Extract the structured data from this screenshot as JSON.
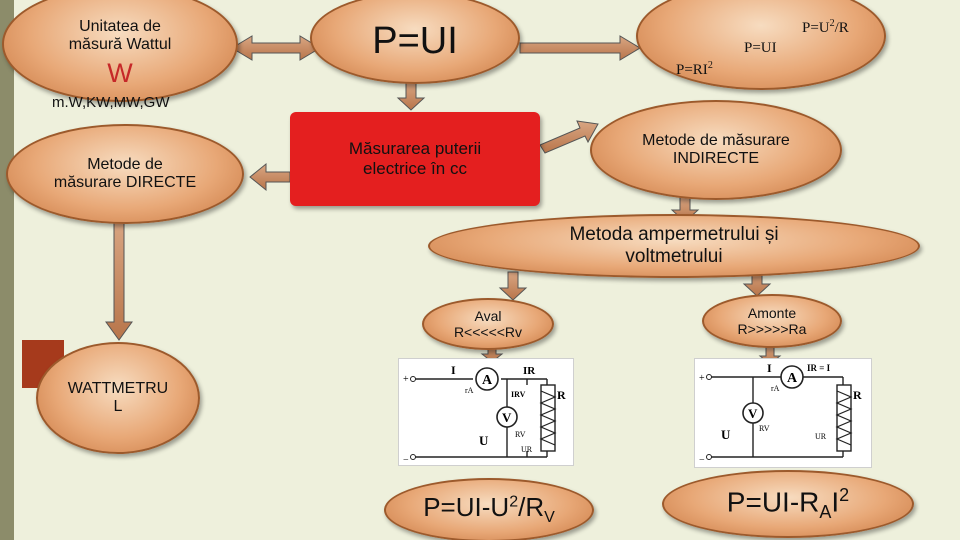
{
  "unit_box": {
    "line1": "Unitatea de",
    "line2": "măsură Wattul",
    "symbol": "W",
    "multiples": "m.W,KW,MW,GW"
  },
  "main_formula": "P=UI",
  "formulas": {
    "f1": "P=U",
    "f1_sup": "2",
    "f1_rest": "/R",
    "f2": "P=UI",
    "f3": "P=RI",
    "f3_sup": "2"
  },
  "direct_methods": {
    "line1": "Metode de",
    "line2": "măsurare DIRECTE"
  },
  "measurement": {
    "line1": "Măsurarea puterii",
    "line2": "electrice în cc"
  },
  "indirect_methods": {
    "line1": "Metode de măsurare",
    "line2": "INDIRECTE"
  },
  "ammeter_method": {
    "line1": "Metoda ampermetrului și",
    "line2": "voltmetrului"
  },
  "aval": {
    "line1": "Aval",
    "line2": "R<<<<<Rv"
  },
  "amonte": {
    "line1": "Amonte",
    "line2": "R>>>>>Ra"
  },
  "wattmeter": {
    "line1": "WATTMETRU",
    "line2": "L"
  },
  "aval_result": {
    "base": "P=UI-U",
    "sup": "2",
    "mid": "/R",
    "sub": "V"
  },
  "amonte_result": {
    "base": "P=UI-R",
    "sub": "A",
    "mid": "I",
    "sup": "2"
  },
  "circuit_aval": {
    "I": "I",
    "A": "A",
    "rA": "rA",
    "IR": "IR",
    "IRV": "IRV",
    "V": "V",
    "RV": "RV",
    "R": "R",
    "U": "U",
    "UR": "UR",
    "plus": "+",
    "minus": "−"
  },
  "circuit_amonte": {
    "I": "I",
    "A": "A",
    "rA": "rA",
    "IR": "IR = I",
    "V": "V",
    "RV": "RV",
    "R": "R",
    "U": "U",
    "UR": "UR",
    "plus": "+",
    "minus": "−"
  },
  "colors": {
    "ellipse": "#e8a877",
    "red_box": "#e41f1f",
    "bg": "#eef0dc",
    "symbol": "#c62828"
  }
}
